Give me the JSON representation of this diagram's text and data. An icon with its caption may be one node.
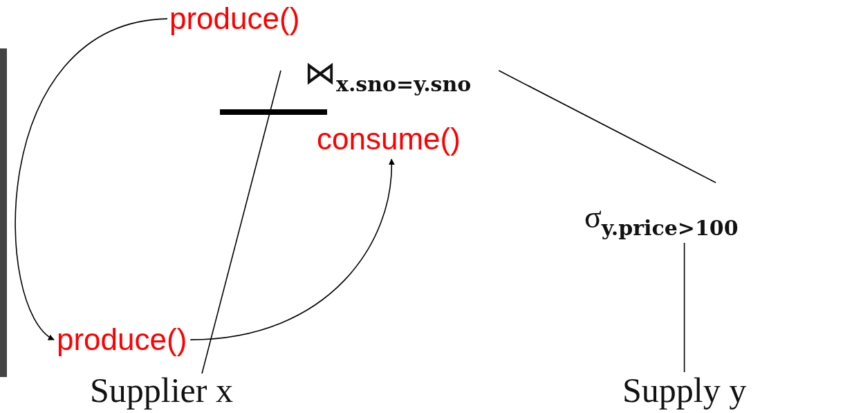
{
  "diagram": {
    "nodes": [
      {
        "text": [
          "produce()"
        ]
      },
      {
        "text": [
          "⋈$_{x.sno=y.sno}$"
        ]
      },
      {
        "text": [
          "consume()"
        ]
      },
      {
        "text": [
          "σ$_{y.price>100}$"
        ]
      },
      {
        "text": [
          "produce()"
        ]
      },
      {
        "text": [
          "Supplier x"
        ]
      },
      {
        "text": [
          "Supply y"
        ]
      }
    ],
    "edges": [
      {
        "from": 0,
        "to": 4,
        "arrow": "to"
      },
      {
        "from": 4,
        "to": 2,
        "arrow": "to"
      },
      {
        "from": 5,
        "to": 1,
        "arrow": "none"
      },
      {
        "from": 1,
        "to": 3,
        "arrow": "none"
      },
      {
        "from": 3,
        "to": 6,
        "arrow": "none"
      }
    ]
  }
}
